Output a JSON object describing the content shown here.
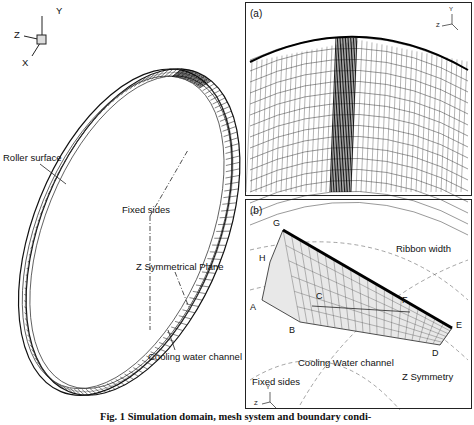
{
  "diagram": {
    "caption": "Fig. 1 Simulation domain, mesh system and boundary condi-",
    "nodes": [
      {
        "text": [
          "(a)"
        ]
      },
      {
        "text": [
          "(b)"
        ]
      }
    ],
    "labels": [
      "Z",
      "Y",
      "X",
      "Roller surface",
      "Fixed sides",
      "Z Symmetrical Plane",
      "Cooling water channel",
      "Z",
      "Y",
      "G",
      "H",
      "A",
      "B",
      "C",
      "F",
      "E",
      "D",
      "Ribbon width",
      "Cooling Water channel",
      "Fixed sides",
      "Z Symmetry",
      "Z",
      "Y"
    ]
  }
}
